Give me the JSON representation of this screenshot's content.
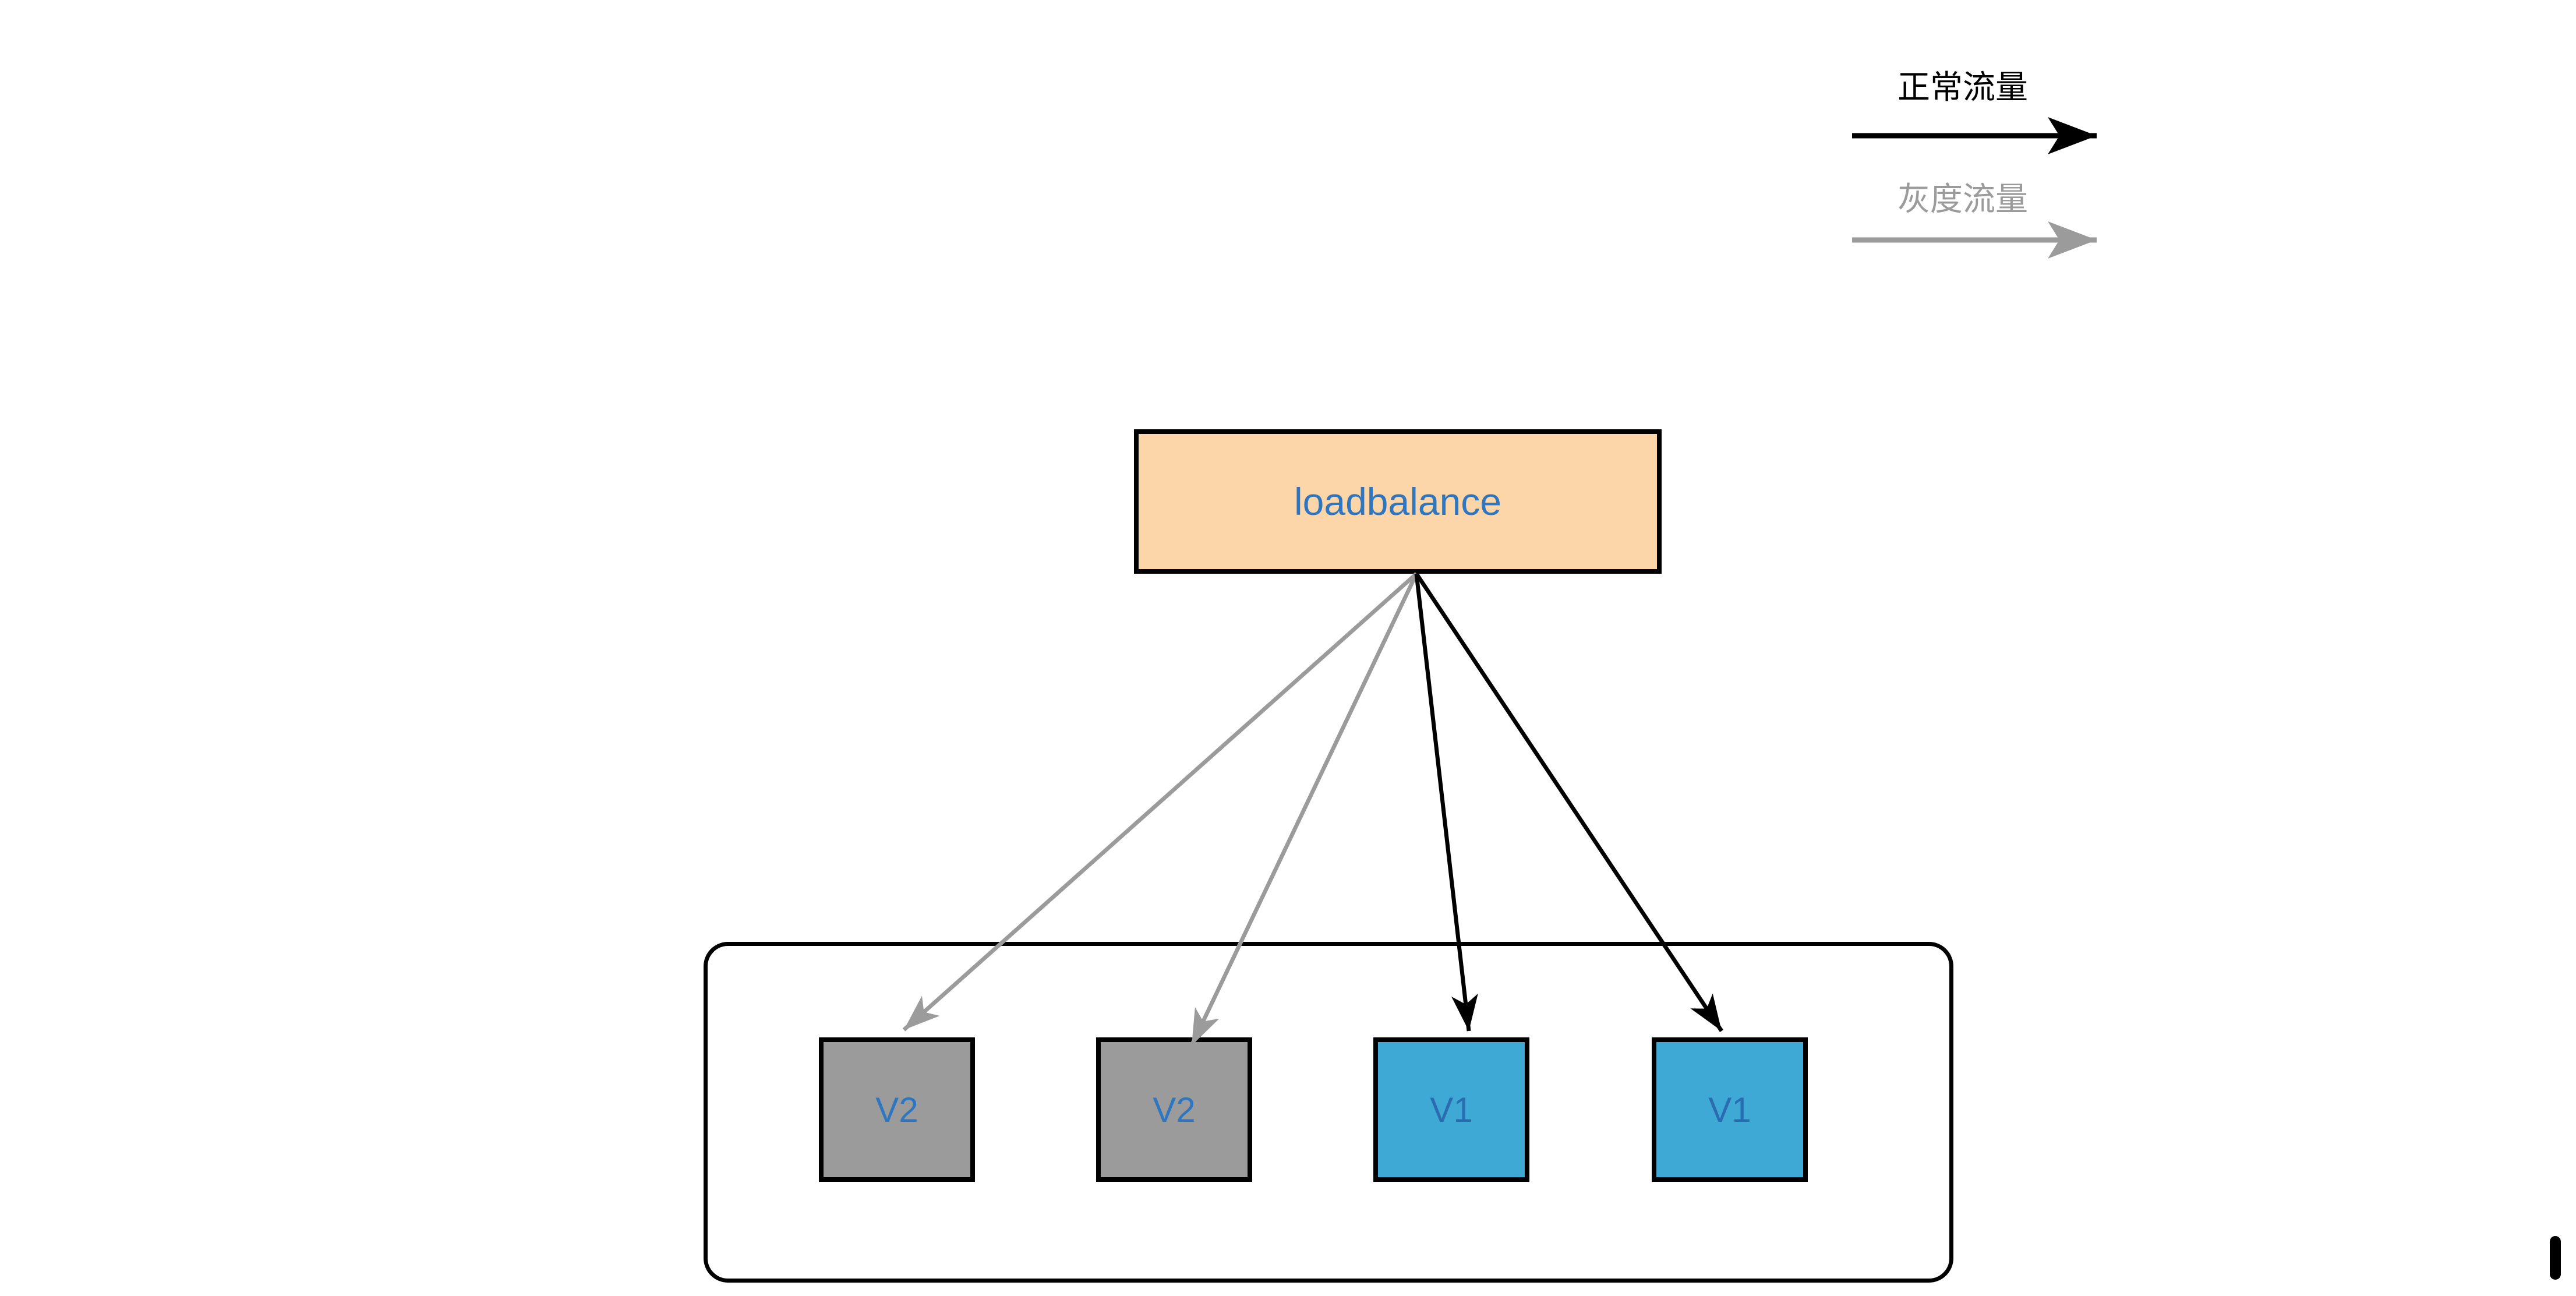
{
  "legend": {
    "items": [
      {
        "id": "normal-traffic",
        "label": "正常流量",
        "color": "#000000"
      },
      {
        "id": "gray-traffic",
        "label": "灰度流量",
        "color": "#9b9b9b"
      }
    ]
  },
  "nodes": {
    "loadbalancer": {
      "label": "loadbalance",
      "fill": "#fcd6a8",
      "stroke": "#000000",
      "text_color": "#2e76c0"
    },
    "server_group": {
      "fill": "#ffffff",
      "stroke": "#000000"
    },
    "servers": [
      {
        "label": "V2",
        "fill": "#9b9b9b",
        "stroke": "#000000",
        "text_color": "#2e76c0",
        "incoming_traffic": "灰度流量"
      },
      {
        "label": "V2",
        "fill": "#9b9b9b",
        "stroke": "#000000",
        "text_color": "#2e76c0",
        "incoming_traffic": "灰度流量"
      },
      {
        "label": "V1",
        "fill": "#3fa9d6",
        "stroke": "#000000",
        "text_color": "#2b6cb0",
        "incoming_traffic": "正常流量"
      },
      {
        "label": "V1",
        "fill": "#3fa9d6",
        "stroke": "#000000",
        "text_color": "#2b6cb0",
        "incoming_traffic": "正常流量"
      }
    ]
  },
  "edges": [
    {
      "from": "loadbalance",
      "to": "V2 (instance 1)",
      "traffic_type": "灰度流量",
      "color": "#9b9b9b"
    },
    {
      "from": "loadbalance",
      "to": "V2 (instance 2)",
      "traffic_type": "灰度流量",
      "color": "#9b9b9b"
    },
    {
      "from": "loadbalance",
      "to": "V1 (instance 1)",
      "traffic_type": "正常流量",
      "color": "#000000"
    },
    {
      "from": "loadbalance",
      "to": "V1 (instance 2)",
      "traffic_type": "正常流量",
      "color": "#000000"
    }
  ],
  "artifacts": {
    "cursor_mark_color": "#000000"
  }
}
